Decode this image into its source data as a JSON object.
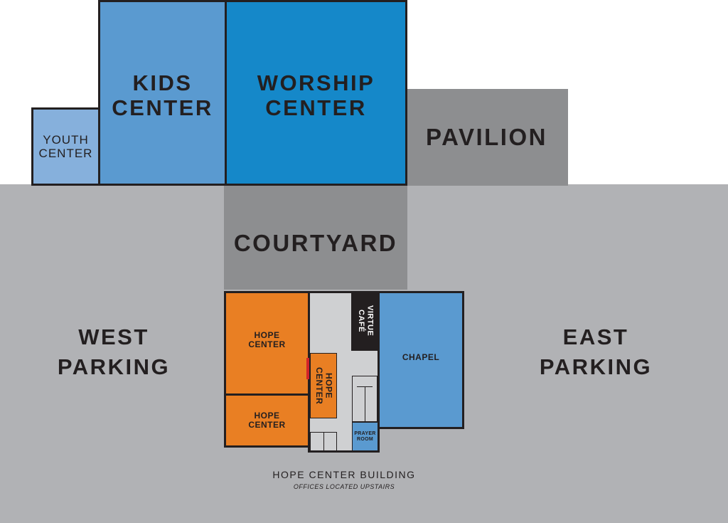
{
  "map": {
    "areas": {
      "youth_center": "YOUTH\nCENTER",
      "kids_center": "KIDS\nCENTER",
      "worship_center": "WORSHIP\nCENTER",
      "pavilion": "PAVILION",
      "courtyard": "COURTYARD",
      "west_parking": "WEST\nPARKING",
      "east_parking": "EAST\nPARKING",
      "hope_center_1": "HOPE\nCENTER",
      "hope_center_2": "HOPE\nCENTER",
      "hope_center_3": "HOPE\nCENTER",
      "virtue_cafe": "VIRTUE\nCAFÉ",
      "chapel": "CHAPEL",
      "prayer_room": "PRAYER\nROOM"
    },
    "building_caption": "HOPE CENTER BUILDING",
    "building_subcaption": "OFFICES LOCATED UPSTAIRS",
    "colors": {
      "parking": "#b1b2b5",
      "dark_gray": "#8d8e90",
      "youth_blue": "#86b0dc",
      "kids_blue": "#5a9ad0",
      "worship_blue": "#1588c9",
      "chapel_blue": "#5a9ad0",
      "hope_orange": "#e97f23",
      "cafe_black": "#231f20",
      "hall_gray": "#cfd0d2"
    }
  }
}
